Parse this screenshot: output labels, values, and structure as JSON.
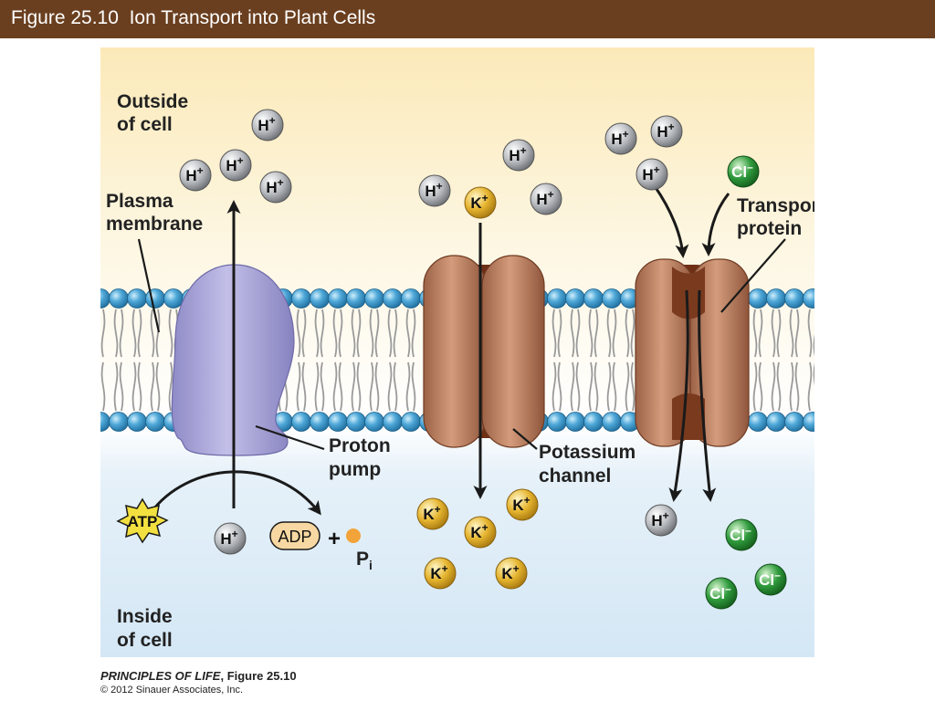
{
  "header": {
    "title": "Figure 25.10  Ion Transport into Plant Cells"
  },
  "labels": {
    "outside": [
      "Outside",
      "of cell"
    ],
    "plasma": [
      "Plasma",
      "membrane"
    ],
    "transport": [
      "Transport",
      "protein"
    ],
    "proton": [
      "Proton",
      "pump"
    ],
    "potassium": [
      "Potassium",
      "channel"
    ],
    "inside": [
      "Inside",
      "of cell"
    ]
  },
  "ions": {
    "h_symbol": "H",
    "k_symbol": "K",
    "cl_symbol": "Cl",
    "plus": "+",
    "minus": "–"
  },
  "energy": {
    "atp": "ATP",
    "adp": "ADP",
    "plus": "+",
    "pi": "P",
    "pi_sub": "i"
  },
  "footer": {
    "book": "PRINCIPLES OF LIFE",
    "figure": ", Figure 25.10",
    "copyright": "© 2012 Sinauer Associates, Inc."
  },
  "colors": {
    "header_bg": "#6a3f1f",
    "proton_pump": "#b4b0de",
    "channel_protein": "#c08a6c",
    "channel_core": "#7a3a1e",
    "h_ion": "#b9bcc0",
    "k_ion": "#e6b530",
    "cl_ion": "#2f9a3c",
    "atp": "#f2e040",
    "lipid_head": "#4fa8d8"
  }
}
